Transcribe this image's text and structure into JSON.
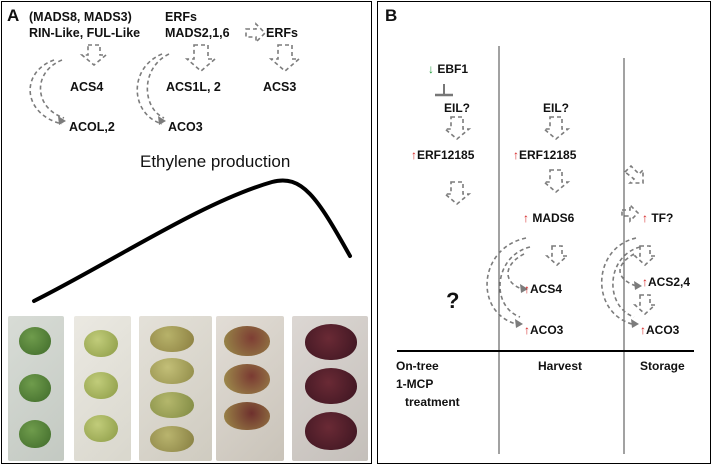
{
  "panel_a": {
    "label": "A",
    "group_madsrin_line1": "(MADS8, MADS3)",
    "group_madsrin_line2": "RIN-Like, FUL-Like",
    "erfs_top": "ERFs",
    "mads_216": "MADS2,1,6",
    "erfs_right": "ERFs",
    "acs4": "ACS4",
    "acs1l": "ACS1L, 2",
    "acs3": "ACS3",
    "acol": "ACOL,2",
    "aco3": "ACO3",
    "ethylene": "Ethylene production"
  },
  "panel_b": {
    "label": "B",
    "ebf1": "EBF1",
    "eil_left": "EIL?",
    "eil_mid": "EIL?",
    "erf_left": "ERF12185",
    "erf_mid": "ERF12185",
    "mads6": "MADS6",
    "tf": "TF?",
    "question": "?",
    "acs4": "ACS4",
    "acs24": "ACS2,4",
    "aco3_mid": "ACO3",
    "aco3_right": "ACO3",
    "col_ontree": "On-tree",
    "col_1mcp": "1-MCP",
    "col_treatment": "treatment",
    "col_harvest": "Harvest",
    "col_storage": "Storage"
  },
  "colors": {
    "up_arrow": "#d42323",
    "down_arrow": "#1e9a3a",
    "dashed_gray": "#8a8a8a"
  }
}
